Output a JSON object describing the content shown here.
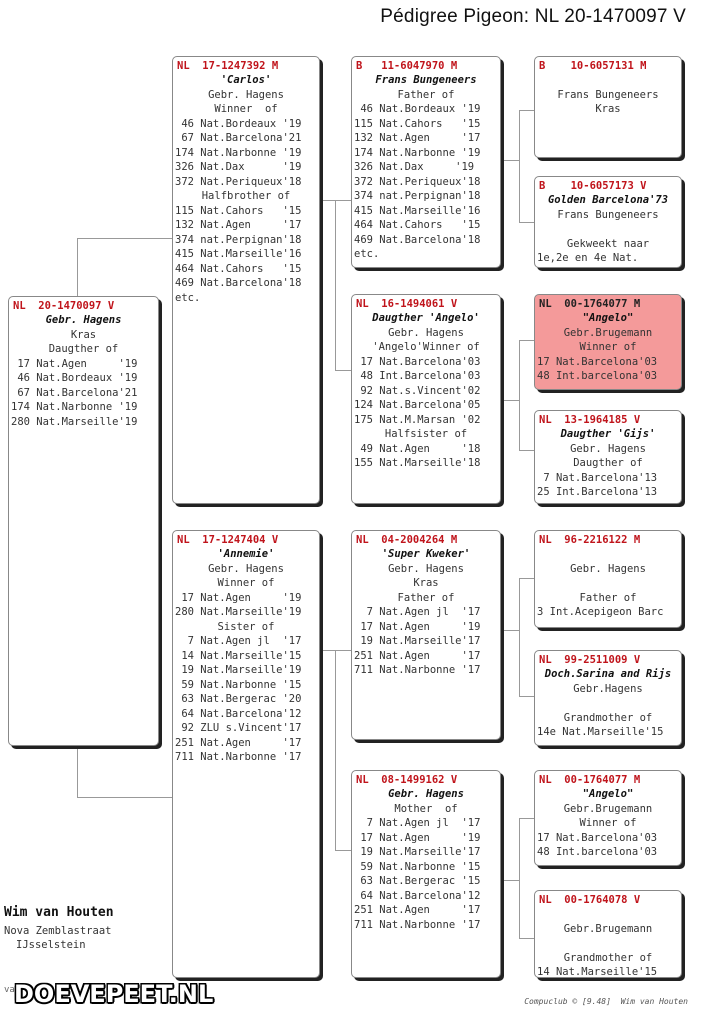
{
  "page": {
    "title": "Pédigree Pigeon: NL  20-1470097 V"
  },
  "cards": {
    "subject": {
      "ring": "NL  20-1470097 V",
      "lines": [
        "Gebr. Hagens",
        "Kras",
        "Daugther of",
        " 17 Nat.Agen     '19",
        " 46 Nat.Bordeaux '19",
        " 67 Nat.Barcelona'21",
        "174 Nat.Narbonne '19",
        "280 Nat.Marseille'19"
      ]
    },
    "father": {
      "ring": "NL  17-1247392 M",
      "lines": [
        "'Carlos'",
        "Gebr. Hagens",
        "Winner  of",
        " 46 Nat.Bordeaux '19",
        " 67 Nat.Barcelona'21",
        "174 Nat.Narbonne '19",
        "326 Nat.Dax      '19",
        "372 Nat.Periqueux'18",
        "Halfbrother of",
        "115 Nat.Cahors   '15",
        "132 Nat.Agen     '17",
        "374 nat.Perpignan'18",
        "415 Nat.Marseille'16",
        "464 Nat.Cahors   '15",
        "469 Nat.Barcelona'18",
        "etc."
      ]
    },
    "mother": {
      "ring": "NL  17-1247404 V",
      "lines": [
        "'Annemie'",
        "Gebr. Hagens",
        "Winner of",
        " 17 Nat.Agen     '19",
        "280 Nat.Marseille'19",
        "Sister of",
        "  7 Nat.Agen jl  '17",
        " 14 Nat.Marseille'15",
        " 19 Nat.Marseille'19",
        " 59 Nat.Narbonne '15",
        " 63 Nat.Bergerac '20",
        " 64 Nat.Barcelona'12",
        " 92 ZLU s.Vincent'17",
        "251 Nat.Agen     '17",
        "711 Nat.Narbonne '17"
      ]
    },
    "ff": {
      "ring": "B   11-6047970 M",
      "lines": [
        "Frans Bungeneers",
        "Father of",
        " 46 Nat.Bordeaux '19",
        "115 Nat.Cahors   '15",
        "132 Nat.Agen     '17",
        "174 Nat.Narbonne '19",
        "326 Nat.Dax     '19",
        "372 Nat.Periqueux'18",
        "374 nat.Perpignan'18",
        "415 Nat.Marseille'16",
        "464 Nat.Cahors   '15",
        "469 Nat.Barcelona'18",
        "etc."
      ]
    },
    "fm": {
      "ring": "NL  16-1494061 V",
      "lines": [
        "Daugther 'Angelo'",
        "Gebr. Hagens",
        "'Angelo'Winner of",
        " 17 Nat.Barcelona'03",
        " 48 Int.Barcelona'03",
        " 92 Nat.s.Vincent'02",
        "124 Nat.Barcelona'05",
        "175 Nat.M.Marsan '02",
        "Halfsister of",
        " 49 Nat.Agen     '18",
        "155 Nat.Marseille'18"
      ]
    },
    "mf": {
      "ring": "NL  04-2004264 M",
      "lines": [
        "'Super Kweker'",
        "Gebr. Hagens",
        "Kras",
        "Father of",
        "  7 Nat.Agen jl  '17",
        " 17 Nat.Agen     '19",
        " 19 Nat.Marseille'17",
        "251 Nat.Agen     '17",
        "711 Nat.Narbonne '17"
      ]
    },
    "mm": {
      "ring": "NL  08-1499162 V",
      "lines": [
        "Gebr. Hagens",
        "Mother  of",
        "  7 Nat.Agen jl  '17",
        " 17 Nat.Agen     '19",
        " 19 Nat.Marseille'17",
        " 59 Nat.Narbonne '15",
        " 63 Nat.Bergerac '15",
        " 64 Nat.Barcelona'12",
        "251 Nat.Agen     '17",
        "711 Nat.Narbonne '17"
      ]
    },
    "fff": {
      "ring": "B    10-6057131 M",
      "lines": [
        "",
        "Frans Bungeneers",
        "Kras"
      ]
    },
    "ffm": {
      "ring": "B    10-6057173 V",
      "lines": [
        "Golden Barcelona'73",
        "Frans Bungeneers",
        "",
        "Gekweekt naar",
        "1e,2e en 4e Nat."
      ]
    },
    "fmf": {
      "ring": "NL  00-1764077 M",
      "lines": [
        "\"Angelo\"",
        "Gebr.Brugemann",
        "Winner of",
        "17 Nat.Barcelona'03",
        "48 Int.barcelona'03"
      ]
    },
    "fmm": {
      "ring": "NL  13-1964185 V",
      "lines": [
        "Daugther 'Gijs'",
        "Gebr. Hagens",
        "Daugther of",
        " 7 Nat.Barcelona'13",
        "25 Int.Barcelona'13"
      ]
    },
    "mff": {
      "ring": "NL  96-2216122 M",
      "lines": [
        "",
        "Gebr. Hagens",
        "",
        "Father of",
        "3 Int.Acepigeon Barc"
      ]
    },
    "mfm": {
      "ring": "NL  99-2511009 V",
      "lines": [
        "Doch.Sarina and Rijs",
        "Gebr.Hagens",
        "",
        "Grandmother of",
        "14e Nat.Marseille'15"
      ]
    },
    "mmf": {
      "ring": "NL  00-1764077 M",
      "lines": [
        "\"Angelo\"",
        "Gebr.Brugemann",
        "Winner of",
        "17 Nat.Barcelona'03",
        "48 Int.barcelona'03"
      ]
    },
    "mmm": {
      "ring": "NL  00-1764078 V",
      "lines": [
        "",
        "Gebr.Brugemann",
        "",
        "Grandmother of",
        "14 Nat.Marseille'15"
      ]
    }
  },
  "breeder": {
    "name": "Wim van Houten",
    "street": "Nova Zemblastraat",
    "city": "IJsselstein",
    "partial": "va"
  },
  "watermark": {
    "text": "DOEVEPEET.NL"
  },
  "footer": {
    "text": "Compuclub © [9.48]  Wim van Houten"
  },
  "colors": {
    "ring_text": "#c0141b",
    "highlight_card": "#f49a9a",
    "card_shadow": "#222222"
  }
}
